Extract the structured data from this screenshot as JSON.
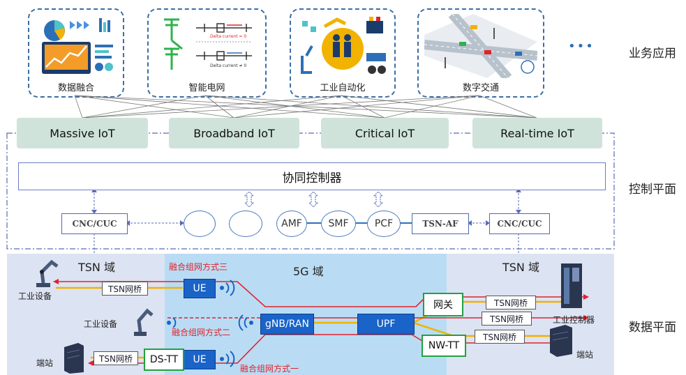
{
  "applications": [
    {
      "label": "数据融合",
      "icon": "data-fusion-illustration"
    },
    {
      "label": "智能电网",
      "icon": "smart-grid-illustration"
    },
    {
      "label": "工业自动化",
      "icon": "industrial-automation-illustration"
    },
    {
      "label": "数字交通",
      "icon": "digital-traffic-illustration"
    }
  ],
  "ellipsis": "•••",
  "smart_grid_annotations": [
    "Delta current = 0",
    "Delta current ≠ 0"
  ],
  "layers": {
    "business": "业务应用",
    "control": "控制平面",
    "data": "数据平面"
  },
  "iot_types": [
    "Massive IoT",
    "Broadband IoT",
    "Critical IoT",
    "Real-time IoT"
  ],
  "coordinator": "协同控制器",
  "control_functions": {
    "cnc_left": "CNC/CUC",
    "amf": "AMF",
    "smf": "SMF",
    "pcf": "PCF",
    "tsn_af": "TSN-AF",
    "cnc_right": "CNC/CUC"
  },
  "domains": {
    "tsn_left": "TSN 域",
    "fiveg": "5G 域",
    "tsn_right": "TSN 域"
  },
  "data_plane": {
    "tsn_bridge": "TSN网桥",
    "ue": "UE",
    "gnb": "gNB/RAN",
    "upf": "UPF",
    "gateway": "网关",
    "nw_tt": "NW-TT",
    "ds_tt": "DS-TT",
    "mode3": "融合组网方式三",
    "mode2": "融合组网方式二",
    "mode1": "融合组网方式一",
    "industrial_device": "工业设备",
    "industrial_controller": "工业控制器",
    "terminal_station": "端站"
  },
  "colors": {
    "iot_box": "#cfe3da",
    "fiveg_domain": "#b9dcf4",
    "tsn_domain": "#dce3f2",
    "blue_node": "#1a63c8",
    "red_path": "#e2222a",
    "yellow_link": "#f2b200",
    "green_frame": "#22a040"
  }
}
